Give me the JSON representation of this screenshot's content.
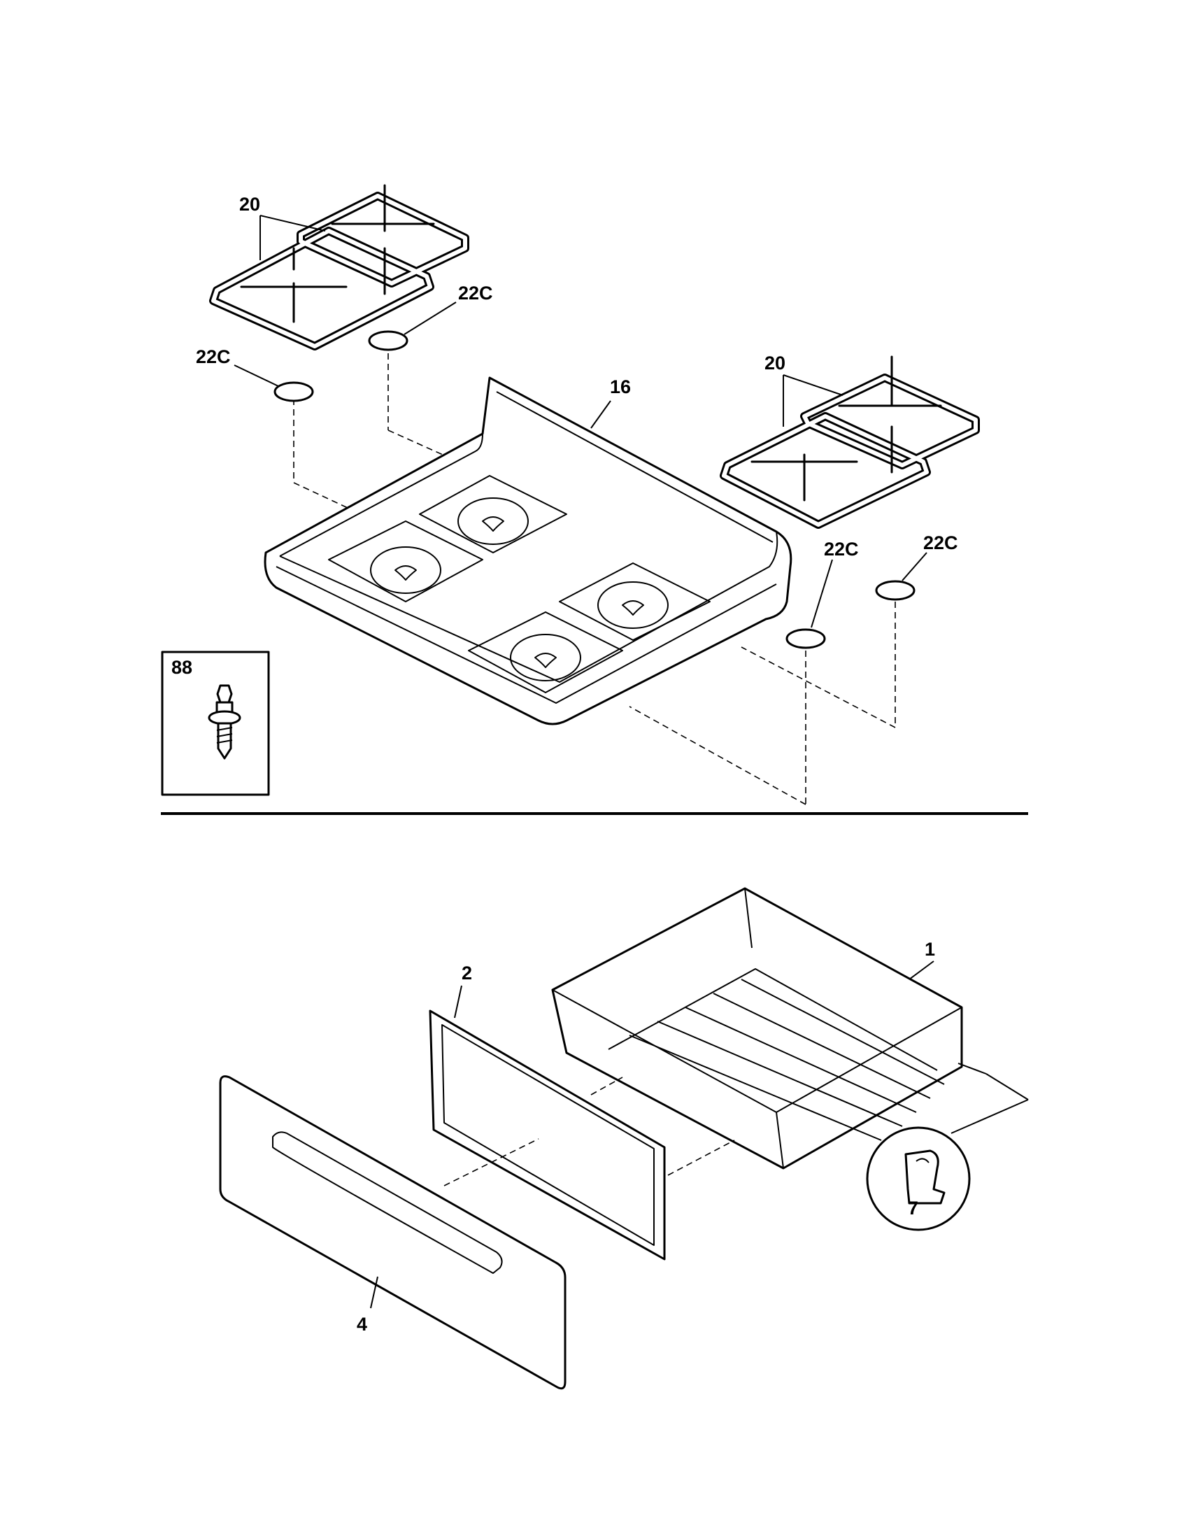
{
  "labels": {
    "grate_left": "20",
    "grate_right": "20",
    "cap_left_top": "22C",
    "cap_left_bottom": "22C",
    "cap_right_a": "22C",
    "cap_right_b": "22C",
    "cooktop": "16",
    "screw": "88",
    "drawer_body": "1",
    "drawer_frame": "2",
    "drawer_front": "4",
    "clip": "7"
  }
}
